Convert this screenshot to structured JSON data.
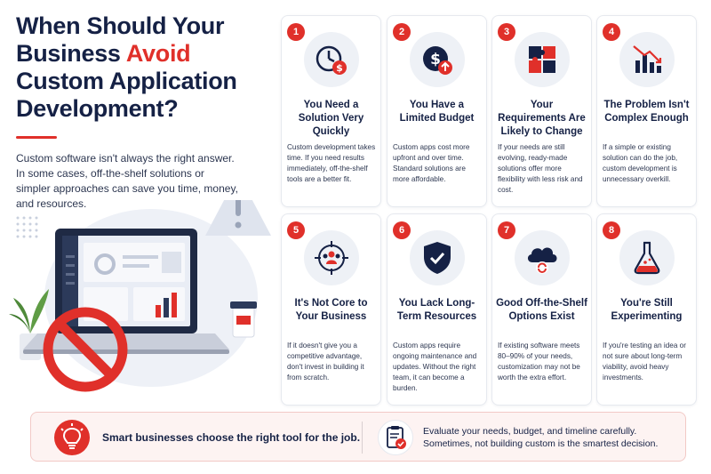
{
  "header": {
    "title_part1": "When Should Your Business ",
    "title_accent": "Avoid",
    "title_part2": " Custom Application Development?",
    "lead": "Custom software isn't always the right answer. In some cases, off-the-shelf solutions or simpler approaches can save you time, money, and resources."
  },
  "colors": {
    "accent": "#e0302a",
    "navy": "#152145",
    "card_border": "#e6e9ef"
  },
  "cards": [
    {
      "num": "1",
      "title": "You Need a Solution Very Quickly",
      "desc": "Custom development takes time. If you need results immediately, off-the-shelf tools are a better fit.",
      "icon": "clock-dollar-icon"
    },
    {
      "num": "2",
      "title": "You Have a Limited Budget",
      "desc": "Custom apps cost more upfront and over time. Standard solutions are more affordable.",
      "icon": "dollar-up-icon"
    },
    {
      "num": "3",
      "title": "Your Requirements Are Likely to Change",
      "desc": "If your needs are still evolving, ready-made solutions offer more flexibility with less risk and cost.",
      "icon": "puzzle-icon"
    },
    {
      "num": "4",
      "title": "The Problem Isn't Complex Enough",
      "desc": "If a simple or existing solution can do the job, custom development is unnecessary overkill.",
      "icon": "chart-down-icon"
    },
    {
      "num": "5",
      "title": "It's Not Core to Your Business",
      "desc": "If it doesn't give you a competitive advantage, don't invest in building it from scratch.",
      "icon": "target-people-icon"
    },
    {
      "num": "6",
      "title": "You Lack Long-Term Resources",
      "desc": "Custom apps require ongoing maintenance and updates. Without the right team, it can become a burden.",
      "icon": "shield-check-icon"
    },
    {
      "num": "7",
      "title": "Good Off-the-Shelf Options Exist",
      "desc": "If existing software meets 80–90% of your needs, customization may not be worth the extra effort.",
      "icon": "cloud-sync-icon"
    },
    {
      "num": "8",
      "title": "You're Still Experimenting",
      "desc": "If you're testing an idea or not sure about long-term viability, avoid heavy investments.",
      "icon": "flask-icon"
    }
  ],
  "banner": {
    "left_text": "Smart businesses choose the right tool for the job.",
    "right_text": "Evaluate your needs, budget, and timeline carefully. Sometimes, not building custom is the smartest decision."
  }
}
